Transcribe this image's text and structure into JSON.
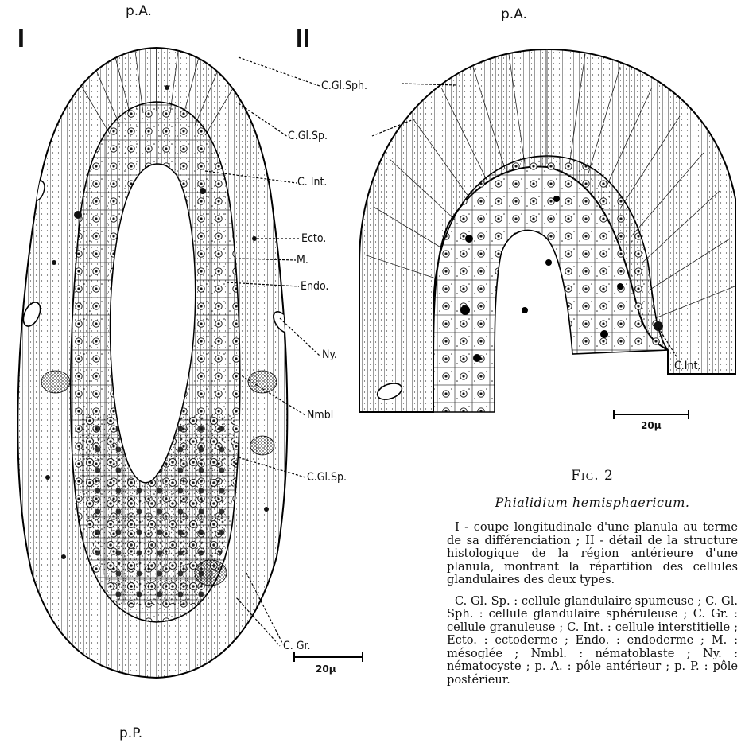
{
  "roman_labels": {
    "fig1": "I",
    "fig2": "II"
  },
  "poles": {
    "anterior_left": "p.A.",
    "anterior_right": "p.A.",
    "posterior": "p.P."
  },
  "labels_left": {
    "c_gl_sph": "C.Gl.Sph.",
    "c_gl_sp_top": "C.Gl.Sp.",
    "c_int": "C. Int.",
    "ecto": "Ecto.",
    "m": "M.",
    "endo": "Endo.",
    "ny": "Ny.",
    "nmbl": "Nmbl",
    "c_gl_sp_bottom": "C.Gl.Sp.",
    "c_gr": "C. Gr."
  },
  "labels_right": {
    "c_int": "C.Int."
  },
  "scale_bars": {
    "left": "20μ",
    "right": "20μ"
  },
  "caption": {
    "figure_number": "Fig. 2",
    "species": "Phialidium hemisphaericum.",
    "description": "I - coupe longitudinale d'une planula au terme de sa différenciation ; II - détail de la structure histologique de la région antérieure d'une planula, montrant la répartition des cellules glandulaires des deux types.",
    "legend": "C. Gl. Sp. : cellule glandulaire spumeuse ; C. Gl. Sph. : cellule glandulaire sphéruleuse ; C. Gr. : cellule granuleuse ; C. Int. : cellule interstitielle ; Ecto. : ectoderme ; Endo. : endoderme ; M. : mésoglée ; Nmbl. : nématoblaste ; Ny. : nématocyste ; p. A. : pôle antérieur ; p. P. : pôle postérieur."
  }
}
